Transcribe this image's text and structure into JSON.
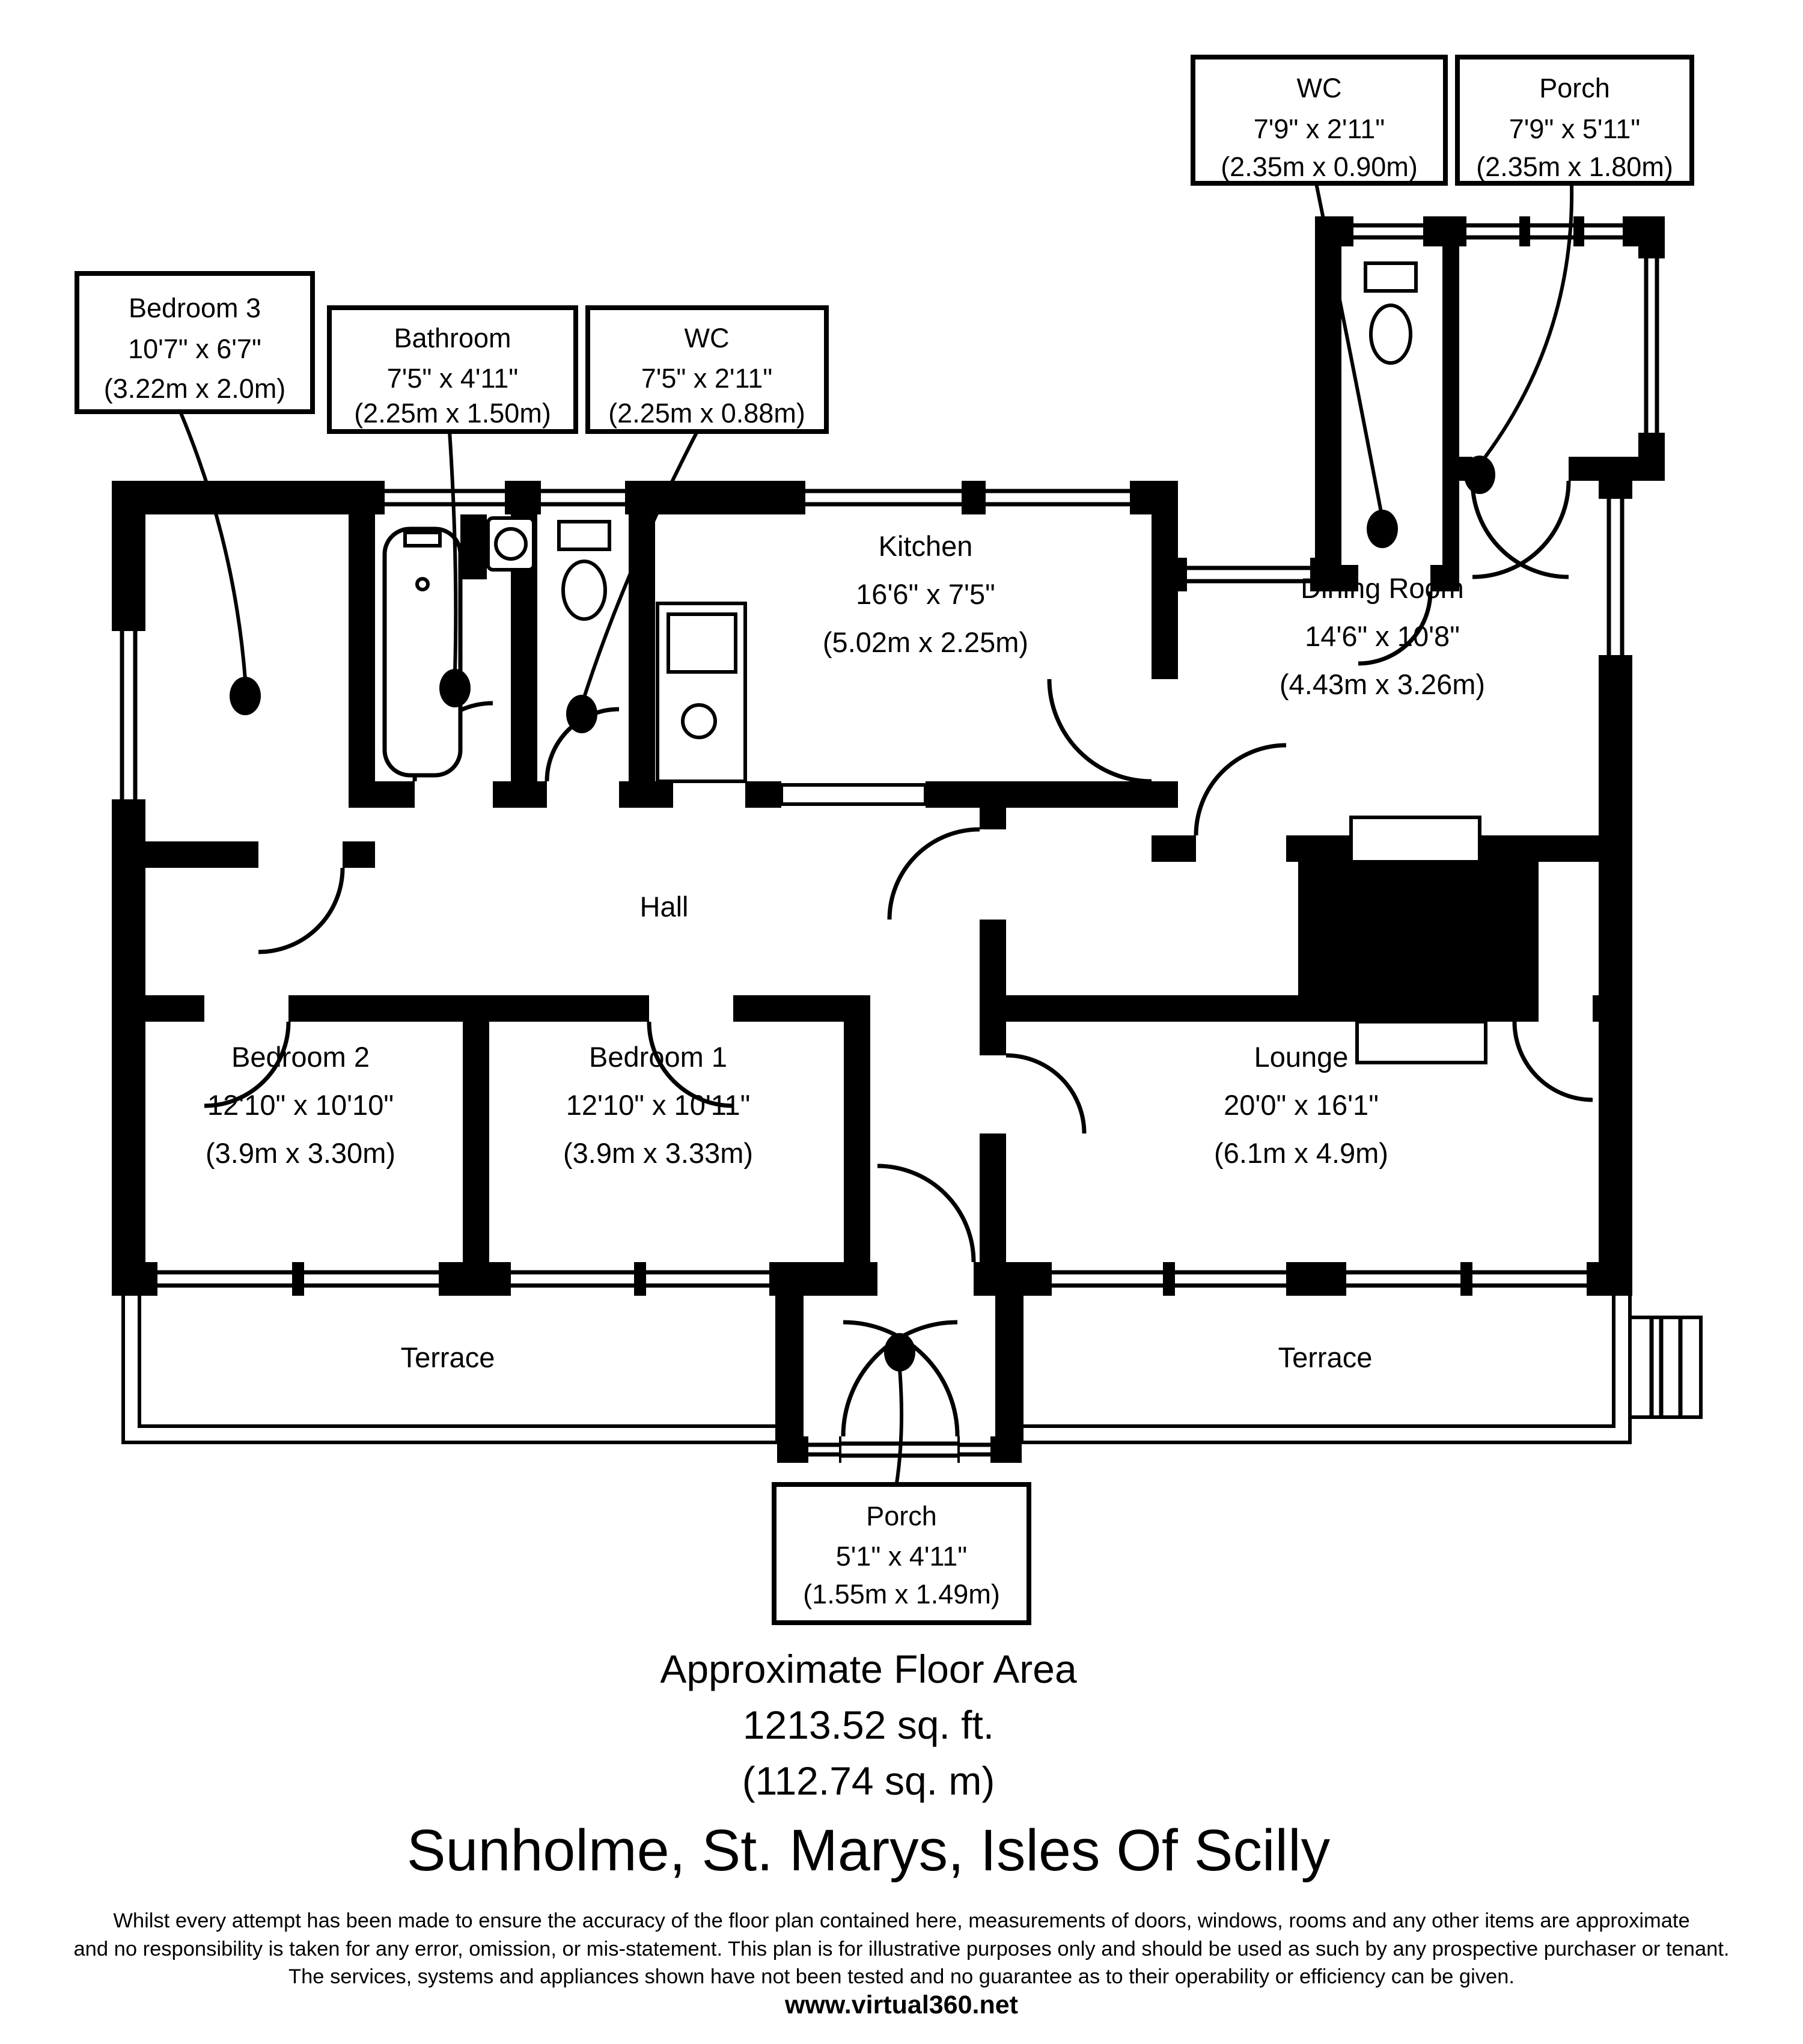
{
  "title": "Sunholme, St. Marys, Isles Of Scilly",
  "floor_area": {
    "heading": "Approximate Floor Area",
    "imperial": "1213.52 sq. ft.",
    "metric": "(112.74 sq. m)"
  },
  "website": "www.virtual360.net",
  "disclaimer": {
    "line1": "Whilst every attempt has been made to ensure the accuracy of the floor plan contained here, measurements of doors, windows, rooms and any other items are approximate",
    "line2": "and no responsibility is taken for any error, omission, or mis-statement. This plan is for illustrative purposes only and should be used as such by any prospective purchaser or tenant.",
    "line3": "The services, systems and appliances shown have not been tested and no guarantee as to their operability or efficiency can be given."
  },
  "rooms": {
    "bedroom3": {
      "name": "Bedroom 3",
      "imperial": "10'7\" x 6'7\"",
      "metric": "(3.22m x 2.0m)"
    },
    "bathroom": {
      "name": "Bathroom",
      "imperial": "7'5\" x 4'11\"",
      "metric": "(2.25m x 1.50m)"
    },
    "wc": {
      "name": "WC",
      "imperial": "7'5\" x 2'11\"",
      "metric": "(2.25m x 0.88m)"
    },
    "rear_wc": {
      "name": "WC",
      "imperial": "7'9\" x 2'11\"",
      "metric": "(2.35m x 0.90m)"
    },
    "rear_porch": {
      "name": "Porch",
      "imperial": "7'9\" x 5'11\"",
      "metric": "(2.35m x 1.80m)"
    },
    "kitchen": {
      "name": "Kitchen",
      "imperial": "16'6\" x 7'5\"",
      "metric": "(5.02m x 2.25m)"
    },
    "dining_room": {
      "name": "Dining Room",
      "imperial": "14'6\" x 10'8\"",
      "metric": "(4.43m x 3.26m)"
    },
    "hall": {
      "name": "Hall"
    },
    "bedroom2": {
      "name": "Bedroom 2",
      "imperial": "12'10\" x 10'10\"",
      "metric": "(3.9m x 3.30m)"
    },
    "bedroom1": {
      "name": "Bedroom 1",
      "imperial": "12'10\" x 10'11\"",
      "metric": "(3.9m x 3.33m)"
    },
    "lounge": {
      "name": "Lounge",
      "imperial": "20'0\" x 16'1\"",
      "metric": "(6.1m x 4.9m)"
    },
    "front_porch": {
      "name": "Porch",
      "imperial": "5'1\" x 4'11\"",
      "metric": "(1.55m x 1.49m)"
    },
    "terrace_left": {
      "name": "Terrace"
    },
    "terrace_right": {
      "name": "Terrace"
    }
  }
}
